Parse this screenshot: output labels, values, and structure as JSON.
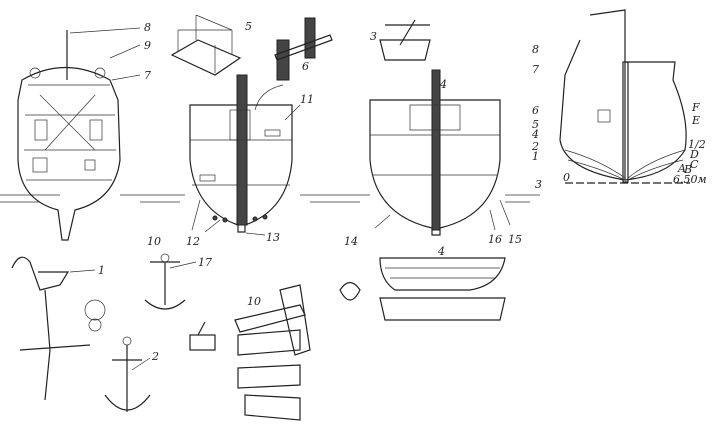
{
  "stern_view": {
    "labels": [
      "8",
      "9",
      "7"
    ]
  },
  "midship_section": {
    "labels": [
      "5",
      "6",
      "11",
      "10",
      "12",
      "13"
    ]
  },
  "capstan_section": {
    "labels": [
      "3",
      "4",
      "14",
      "16",
      "15"
    ]
  },
  "body_plan": {
    "left_labels": [
      "8",
      "7",
      "6",
      "5",
      "4",
      "2",
      "1",
      "3",
      "0"
    ],
    "right_labels": [
      "F",
      "E",
      "1/2",
      "D",
      "C",
      "B",
      "A"
    ],
    "scale_label": "6.50м"
  },
  "details": {
    "labels": [
      "1",
      "17",
      "2",
      "10",
      "4"
    ]
  }
}
